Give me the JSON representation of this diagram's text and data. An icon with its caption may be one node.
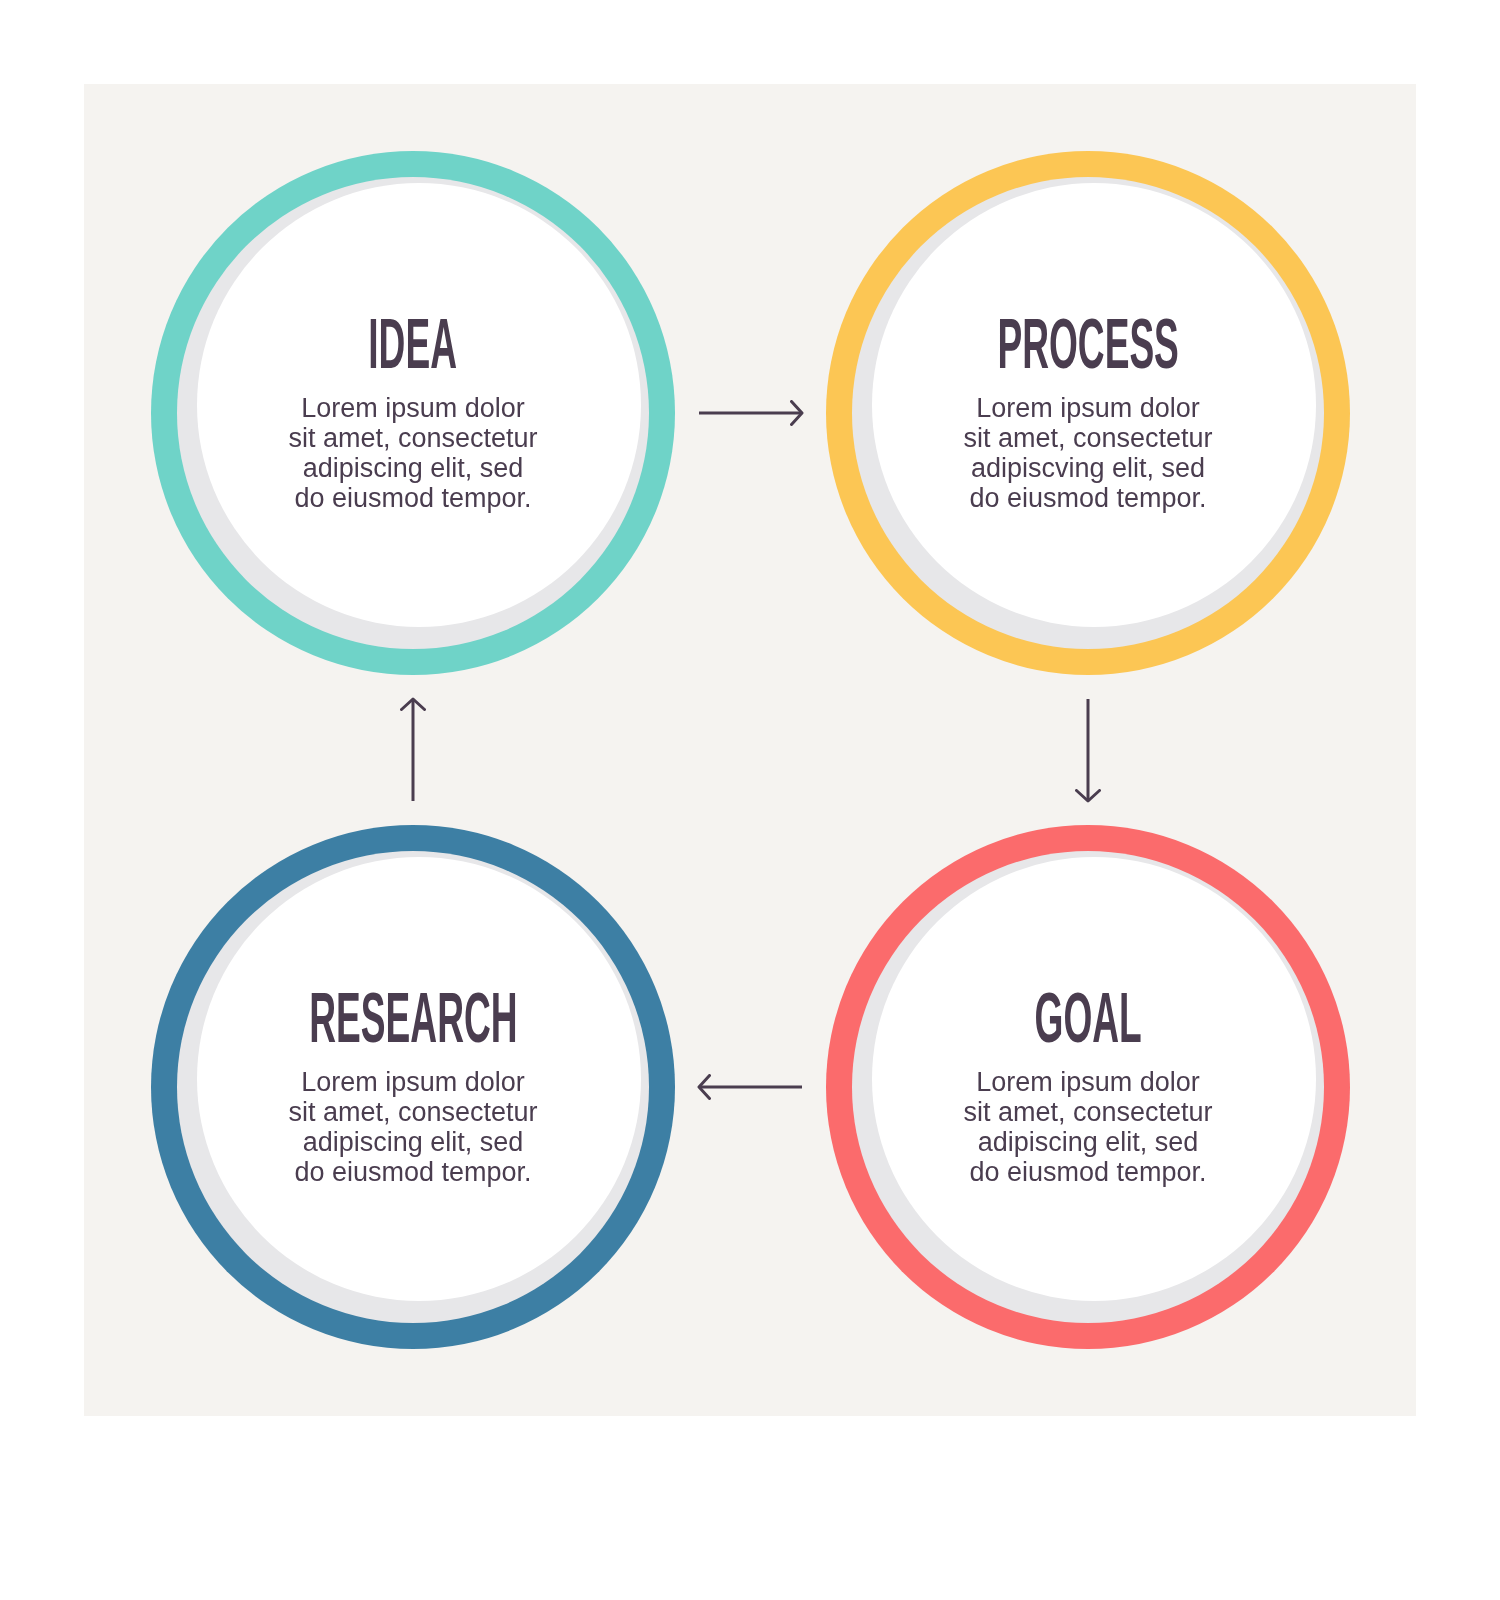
{
  "diagram": {
    "nodes": [
      {
        "text": [
          "IDEA",
          "Lorem ipsum dolor sit amet, consectetur adipiscing elit, sed do eiusmod tempor."
        ]
      },
      {
        "text": [
          "PROCESS",
          "Lorem ipsum dolor sit amet, consectetur adipiscving elit, sed do eiusmod tempor."
        ]
      },
      {
        "text": [
          "RESEARCH",
          "Lorem ipsum dolor sit amet, consectetur adipiscing elit, sed do eiusmod tempor."
        ]
      },
      {
        "text": [
          "GOAL",
          "Lorem ipsum dolor sit amet, consectetur adipiscing elit, sed do eiusmod tempor."
        ]
      }
    ],
    "edges": [
      {
        "from": 0,
        "to": 1,
        "arrow": "to"
      },
      {
        "from": 1,
        "to": 3,
        "arrow": "to"
      },
      {
        "from": 3,
        "to": 2,
        "arrow": "to"
      },
      {
        "from": 2,
        "to": 0,
        "arrow": "to"
      }
    ]
  }
}
